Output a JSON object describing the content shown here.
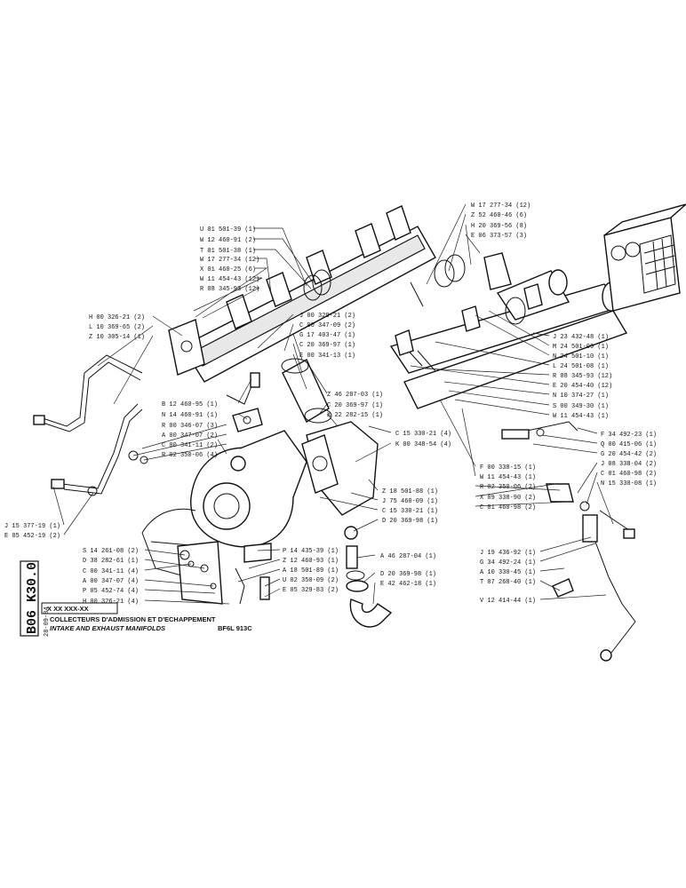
{
  "header": {
    "vertical_code": "B06 K30.0",
    "box_code": "X XX XXX-XX",
    "date": "28-09-84",
    "title_fr": "COLLECTEURS D'ADMISSION ET D'ECHAPPEMENT",
    "title_en": "INTAKE AND EXHAUST MANIFOLDS",
    "engine": "BF6L 913C"
  },
  "labels": [
    {
      "id": "u01",
      "text": "U 01 501-39 (1)"
    },
    {
      "id": "w12",
      "text": "W 12 460-91 (2)"
    },
    {
      "id": "t01",
      "text": "T 01 501-38 (1)"
    },
    {
      "id": "w17a",
      "text": "W 17 277-34 (12)"
    },
    {
      "id": "x01",
      "text": "X 01 460-25 (6)"
    },
    {
      "id": "w11a",
      "text": "W 11 454-43 (12)"
    },
    {
      "id": "r08a",
      "text": "R 08 345-93 (12)"
    },
    {
      "id": "h00",
      "text": "H 00 326-21 (2)"
    },
    {
      "id": "l10",
      "text": "L 10 369-65 (2)"
    },
    {
      "id": "z10",
      "text": "Z 10 305-14 (1)"
    },
    {
      "id": "j00a",
      "text": "J 00 329-21 (2)"
    },
    {
      "id": "c00a",
      "text": "C 00 347-09 (2)"
    },
    {
      "id": "g17",
      "text": "G 17 403-47 (1)"
    },
    {
      "id": "c20a",
      "text": "C 20 369-97 (1)"
    },
    {
      "id": "e00",
      "text": "E 00 341-13 (1)"
    },
    {
      "id": "b12",
      "text": "B 12 460-95 (1)"
    },
    {
      "id": "n14",
      "text": "N 14 460-91 (1)"
    },
    {
      "id": "r00",
      "text": "R 00 346-07 (3)"
    },
    {
      "id": "a00a",
      "text": "A 00 347-07 (2)"
    },
    {
      "id": "c00b",
      "text": "C 00 341-11 (2)"
    },
    {
      "id": "r02a",
      "text": "R 02 350-06 (4)"
    },
    {
      "id": "z46a",
      "text": "Z 46 287-03 (1)"
    },
    {
      "id": "c20b",
      "text": "C 20 369-97 (1)"
    },
    {
      "id": "x22",
      "text": "X 22 282-15 (1)"
    },
    {
      "id": "c15a",
      "text": "C 15 330-21 (4)"
    },
    {
      "id": "k00",
      "text": "K 00 348-54 (4)"
    },
    {
      "id": "w17b",
      "text": "W 17 277-34 (12)"
    },
    {
      "id": "z52",
      "text": "Z 52 460-46 (6)"
    },
    {
      "id": "h20",
      "text": "H 20 369-56 (8)"
    },
    {
      "id": "e06",
      "text": "E 06 373-57 (3)"
    },
    {
      "id": "j23",
      "text": "J 23 432-48 (1)"
    },
    {
      "id": "m24",
      "text": "M 24 501-09 (1)"
    },
    {
      "id": "n24",
      "text": "N 24 501-10 (1)"
    },
    {
      "id": "l24",
      "text": "L 24 501-08 (1)"
    },
    {
      "id": "r08b",
      "text": "R 08 345-93 (12)"
    },
    {
      "id": "e20",
      "text": "E 20 454-40 (12)"
    },
    {
      "id": "n10",
      "text": "N 10 374-27 (1)"
    },
    {
      "id": "s00",
      "text": "S 00 349-30 (1)"
    },
    {
      "id": "w11b",
      "text": "W 11 454-43 (1)"
    },
    {
      "id": "f34",
      "text": "F 34 492-23 (1)"
    },
    {
      "id": "q00",
      "text": "Q 00 415-06 (1)"
    },
    {
      "id": "g20",
      "text": "G 20 454-42 (2)"
    },
    {
      "id": "j08",
      "text": "J 08 338-04 (2)"
    },
    {
      "id": "c01a",
      "text": "C 01 460-98 (2)"
    },
    {
      "id": "n15",
      "text": "N 15 330-08 (1)"
    },
    {
      "id": "f00",
      "text": "F 00 338-15 (1)"
    },
    {
      "id": "w11c",
      "text": "W 11 454-43 (1)"
    },
    {
      "id": "r02b",
      "text": "R 02 350-06 (2)"
    },
    {
      "id": "x09",
      "text": "X 09 338-90 (2)"
    },
    {
      "id": "c01b",
      "text": "C 01 460-98 (2)"
    },
    {
      "id": "z18",
      "text": "Z 18 501-88 (1)"
    },
    {
      "id": "j75",
      "text": "J 75 460-09 (1)"
    },
    {
      "id": "c15b",
      "text": "C 15 330-21 (1)"
    },
    {
      "id": "d20a",
      "text": "D 20 369-98 (1)"
    },
    {
      "id": "j15",
      "text": "J 15 377-19 (1)"
    },
    {
      "id": "e05a",
      "text": "E 05 452-19 (2)"
    },
    {
      "id": "s14",
      "text": "S 14 261-08 (2)"
    },
    {
      "id": "d38",
      "text": "D 38 282-61 (1)"
    },
    {
      "id": "c00c",
      "text": "C 00 341-11 (4)"
    },
    {
      "id": "a00b",
      "text": "A 00 347-07 (4)"
    },
    {
      "id": "p05",
      "text": "P 05 452-74 (4)"
    },
    {
      "id": "h00b",
      "text": "H 00 326-21 (4)"
    },
    {
      "id": "p14",
      "text": "P 14 435-39 (1)"
    },
    {
      "id": "z12",
      "text": "Z 12 460-93 (1)"
    },
    {
      "id": "a18",
      "text": "A 18 501-89 (1)"
    },
    {
      "id": "u02",
      "text": "U 02 350-09 (2)"
    },
    {
      "id": "e05b",
      "text": "E 05 329-83 (2)"
    },
    {
      "id": "a46",
      "text": "A 46 287-04 (1)"
    },
    {
      "id": "d20b",
      "text": "D 20 369-98 (1)"
    },
    {
      "id": "e42",
      "text": "E 42 462-18 (1)"
    },
    {
      "id": "j19",
      "text": "J 19 436-92 (1)"
    },
    {
      "id": "g34",
      "text": "G 34 492-24 (1)"
    },
    {
      "id": "a10",
      "text": "A 10 330-45 (1)"
    },
    {
      "id": "t07",
      "text": "T 07 268-40 (1)"
    },
    {
      "id": "v12",
      "text": "V 12 414-44 (1)"
    }
  ]
}
